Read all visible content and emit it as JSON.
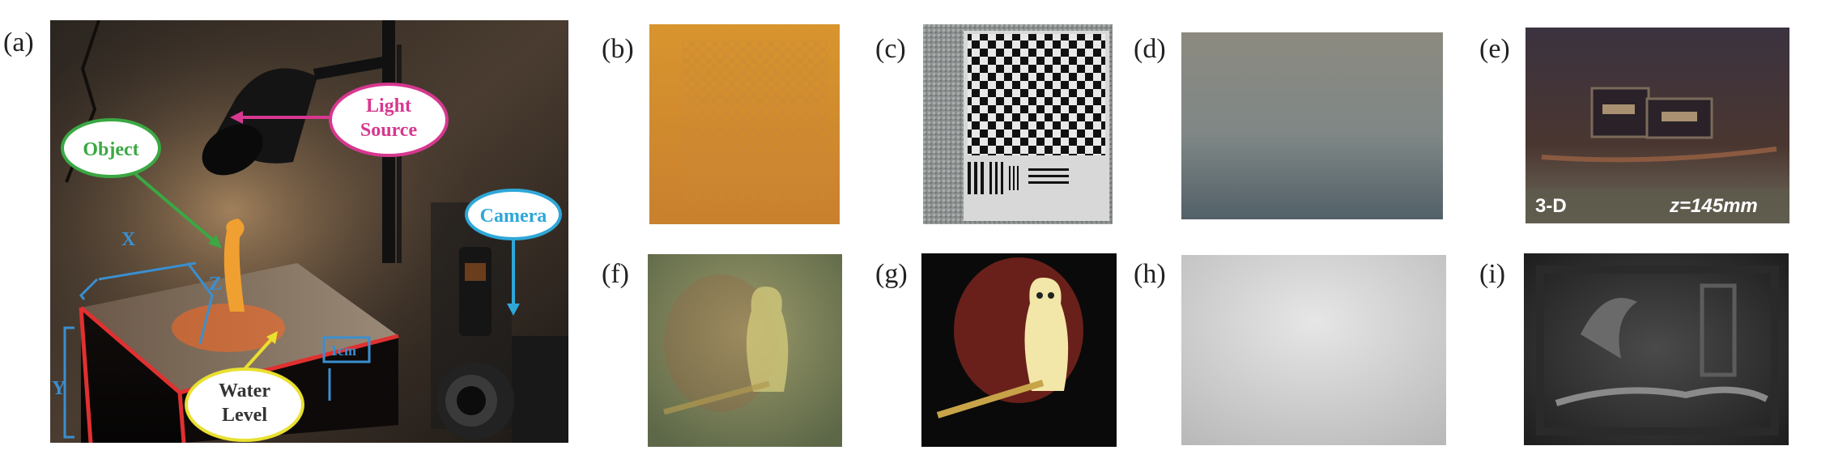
{
  "panel_labels": {
    "a": "(a)",
    "b": "(b)",
    "c": "(c)",
    "d": "(d)",
    "e": "(e)",
    "f": "(f)",
    "g": "(g)",
    "h": "(h)",
    "i": "(i)"
  },
  "panel_a": {
    "light_source_line1": "Light",
    "light_source_line2": "Source",
    "object": "Object",
    "camera": "Camera",
    "water_level_line1": "Water",
    "water_level_line2": "Level",
    "axis_x": "X",
    "axis_y": "Y",
    "axis_z": "Z",
    "scale": "1cm"
  },
  "panel_e": {
    "mode": "3-D",
    "depth_prefix": "z=145",
    "depth_unit": "mm"
  },
  "colors": {
    "light_source": "#d6388f",
    "object": "#3aa843",
    "camera": "#2ea7d8",
    "water_level": "#e9e030",
    "axes": "#3a8fd0",
    "tank_edge": "#e03030"
  }
}
